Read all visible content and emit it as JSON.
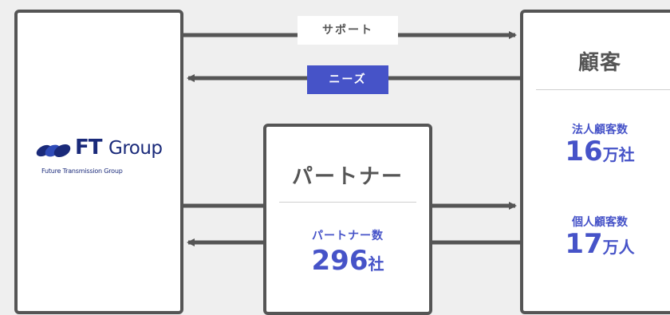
{
  "labels": {
    "support": "サポート",
    "needs": "ニーズ"
  },
  "ft_group": {
    "logo_ft": "FT",
    "logo_group": "Group",
    "logo_sub": "Future Transmission Group"
  },
  "partner": {
    "title": "パートナー",
    "stat_label": "パートナー数",
    "stat_value": "296",
    "stat_unit": "社"
  },
  "customer": {
    "title": "顧客",
    "corporate_label": "法人顧客数",
    "corporate_value": "16",
    "corporate_unit": "万社",
    "individual_label": "個人顧客数",
    "individual_value": "17",
    "individual_unit": "万人"
  },
  "colors": {
    "accent": "#4653c8",
    "border": "#555555",
    "logo": "#1a2a7a",
    "background": "#efefef"
  }
}
